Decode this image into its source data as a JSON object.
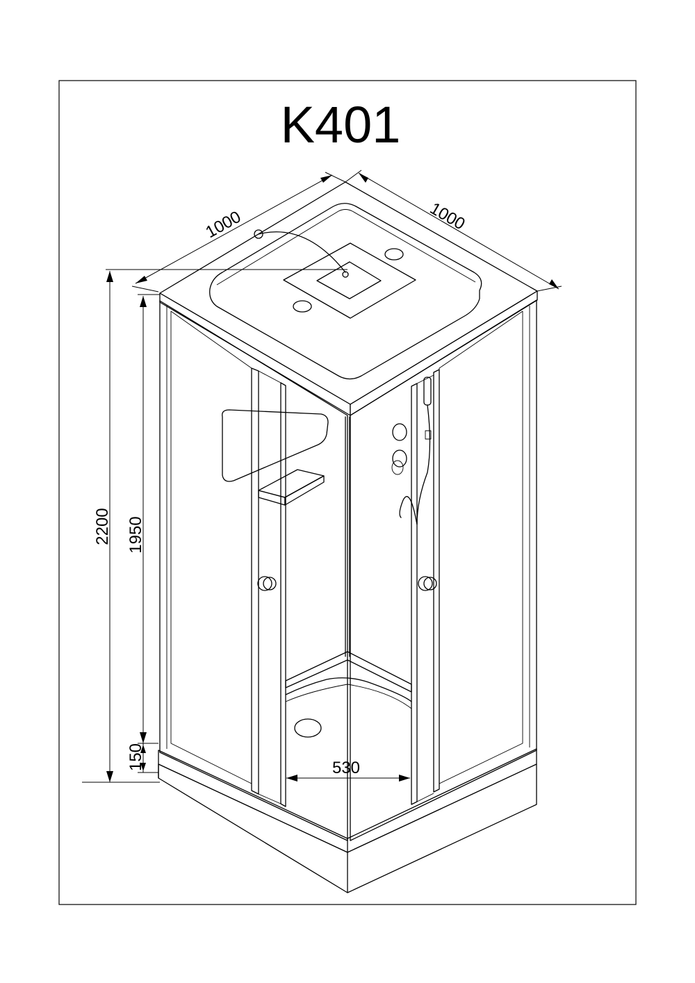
{
  "title": "K401",
  "dimensions": {
    "width_left": "1000",
    "width_right": "1000",
    "total_height": "2200",
    "cabin_height": "1950",
    "tray_height": "150",
    "door_opening": "530"
  },
  "colors": {
    "line": "#000000",
    "background": "#ffffff"
  }
}
